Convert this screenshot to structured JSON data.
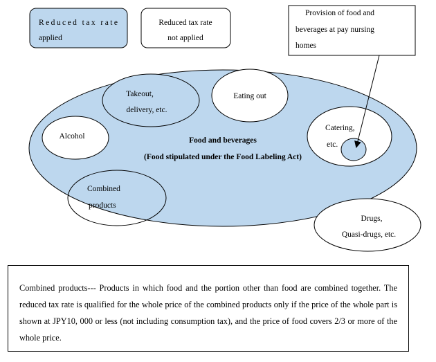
{
  "legend": {
    "applied": [
      "Reduced tax rate",
      "applied"
    ],
    "not_applied": [
      "Reduced tax rate",
      "not applied"
    ]
  },
  "callout": [
    "Provision of food and",
    "beverages at pay nursing",
    "homes"
  ],
  "main": {
    "title": "Food and beverages",
    "subtitle": "(Food stipulated under the Food Labeling Act)"
  },
  "categories": {
    "takeout": [
      "Takeout,",
      "delivery, etc."
    ],
    "eating_out": "Eating out",
    "alcohol": "Alcohol",
    "catering": [
      "Catering,",
      "etc."
    ],
    "combined": [
      "Combined",
      "products"
    ],
    "drugs": [
      "Drugs,",
      "Quasi-drugs, etc."
    ]
  },
  "colors": {
    "applied_fill": "#bdd7ee",
    "not_applied_fill": "#ffffff",
    "outline": "#000000"
  },
  "note": "Combined products--- Products in which food and the portion other than food are combined together. The reduced tax rate is qualified for the whole price of the combined products only if the price of the whole part is shown at JPY10, 000 or less (not including consumption tax), and the price of food covers 2/3 or more of the whole price."
}
